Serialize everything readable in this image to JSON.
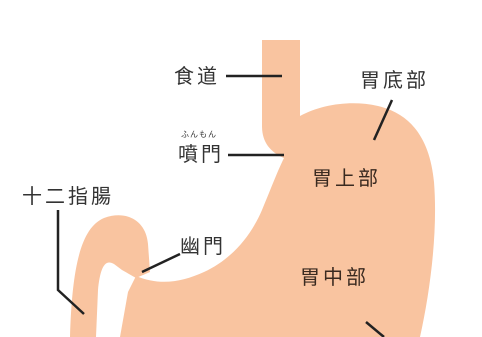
{
  "colors": {
    "organ_fill": "#f9c4a0",
    "leader_line": "#222222",
    "text": "#333333",
    "background": "#ffffff"
  },
  "labels": {
    "esophagus": "食道",
    "cardia": "噴門",
    "cardia_reading": "ふんもん",
    "fundus": "胃底部",
    "upper_body": "胃上部",
    "duodenum": "十二指腸",
    "pylorus": "幽門",
    "middle_body": "胃中部"
  }
}
